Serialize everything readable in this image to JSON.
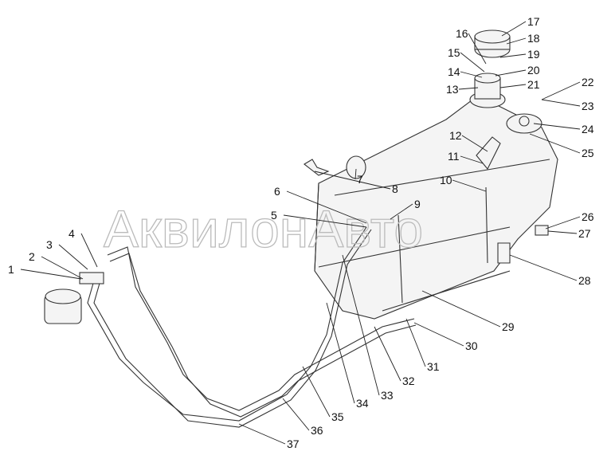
{
  "diagram": {
    "watermark": "АквилонАвто",
    "labels": [
      "1",
      "2",
      "3",
      "4",
      "5",
      "6",
      "7",
      "8",
      "9",
      "10",
      "11",
      "12",
      "13",
      "14",
      "15",
      "16",
      "17",
      "18",
      "19",
      "20",
      "21",
      "22",
      "23",
      "24",
      "25",
      "26",
      "27",
      "28",
      "29",
      "30",
      "31",
      "32",
      "33",
      "34",
      "35",
      "36",
      "37"
    ]
  }
}
